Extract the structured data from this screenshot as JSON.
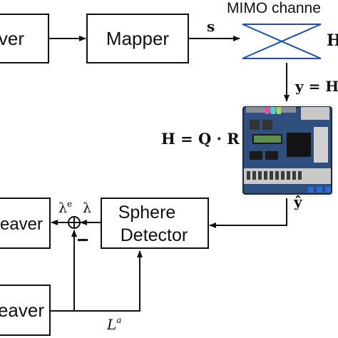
{
  "blocks": {
    "interleaver": "leaver",
    "mapper": "Mapper",
    "deinterleaver": "rleaver",
    "sphere_detector_line1": "Sphere",
    "sphere_detector_line2": "Detector",
    "bottom_interleaver": "eaver"
  },
  "labels": {
    "channel_title": "MIMO channe",
    "channel_matrix": "H",
    "symbol_s": "s",
    "received_y": "y = H",
    "qr": "H = Q · R",
    "y_hat": "ŷ",
    "lambda_e": "λ",
    "lambda_e_sup": "e",
    "lambda": "λ",
    "minus": "−",
    "a_priori": "L",
    "a_priori_sup": "a"
  },
  "colors": {
    "ink": "#111111",
    "channel_lines": "#1a4fb4",
    "board_blue": "#2f4f7f",
    "board_dark": "#1e2a3a"
  }
}
